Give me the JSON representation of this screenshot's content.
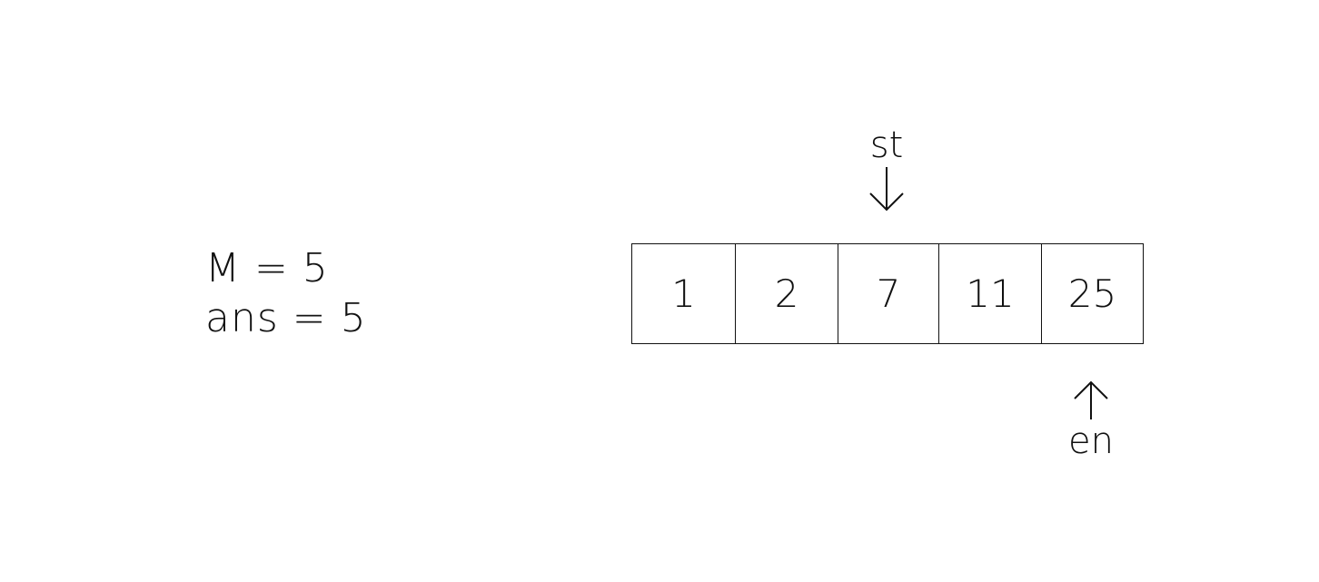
{
  "variables": [
    {
      "text": "M = 5"
    },
    {
      "text": "ans = 5"
    }
  ],
  "array": {
    "values": [
      "1",
      "2",
      "7",
      "11",
      "25"
    ]
  },
  "pointers": {
    "start": {
      "label": "st",
      "index": 2,
      "arrow": "down-arrow-icon"
    },
    "end": {
      "label": "en",
      "index": 4,
      "arrow": "up-arrow-icon"
    }
  }
}
